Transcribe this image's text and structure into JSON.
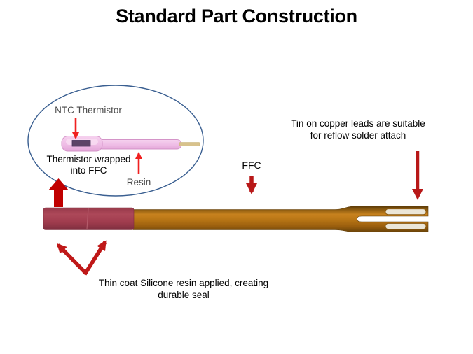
{
  "title": "Standard Part Construction",
  "callout": {
    "ntc_label": "NTC Thermistor",
    "wrapped_label": "Thermistor wrapped\ninto FFC",
    "resin_label": "Resin"
  },
  "annotations": {
    "ffc_label": "FFC",
    "tin_leads_label": "Tin on copper leads are suitable\nfor reflow solder attach",
    "silicone_label": "Thin coat Silicone resin applied, creating\ndurable seal"
  },
  "colors": {
    "arrow_dark_red": "#B81818",
    "block_arrow_red": "#C00000",
    "callout_arrow_bright_red": "#F02020",
    "ellipse_outline_blue": "#3A5F91",
    "copper_cable": "#C07818",
    "silicone_seal_maroon": "#A43E50",
    "tin_plating": "#EBE6D8",
    "thermistor_body_pink": "#F0C3E8",
    "thermistor_chip_purple": "#5C4366",
    "lead_wire_tan": "#D8C28C",
    "title_text": "#000000",
    "gray_label_text": "#4a4a4a"
  }
}
